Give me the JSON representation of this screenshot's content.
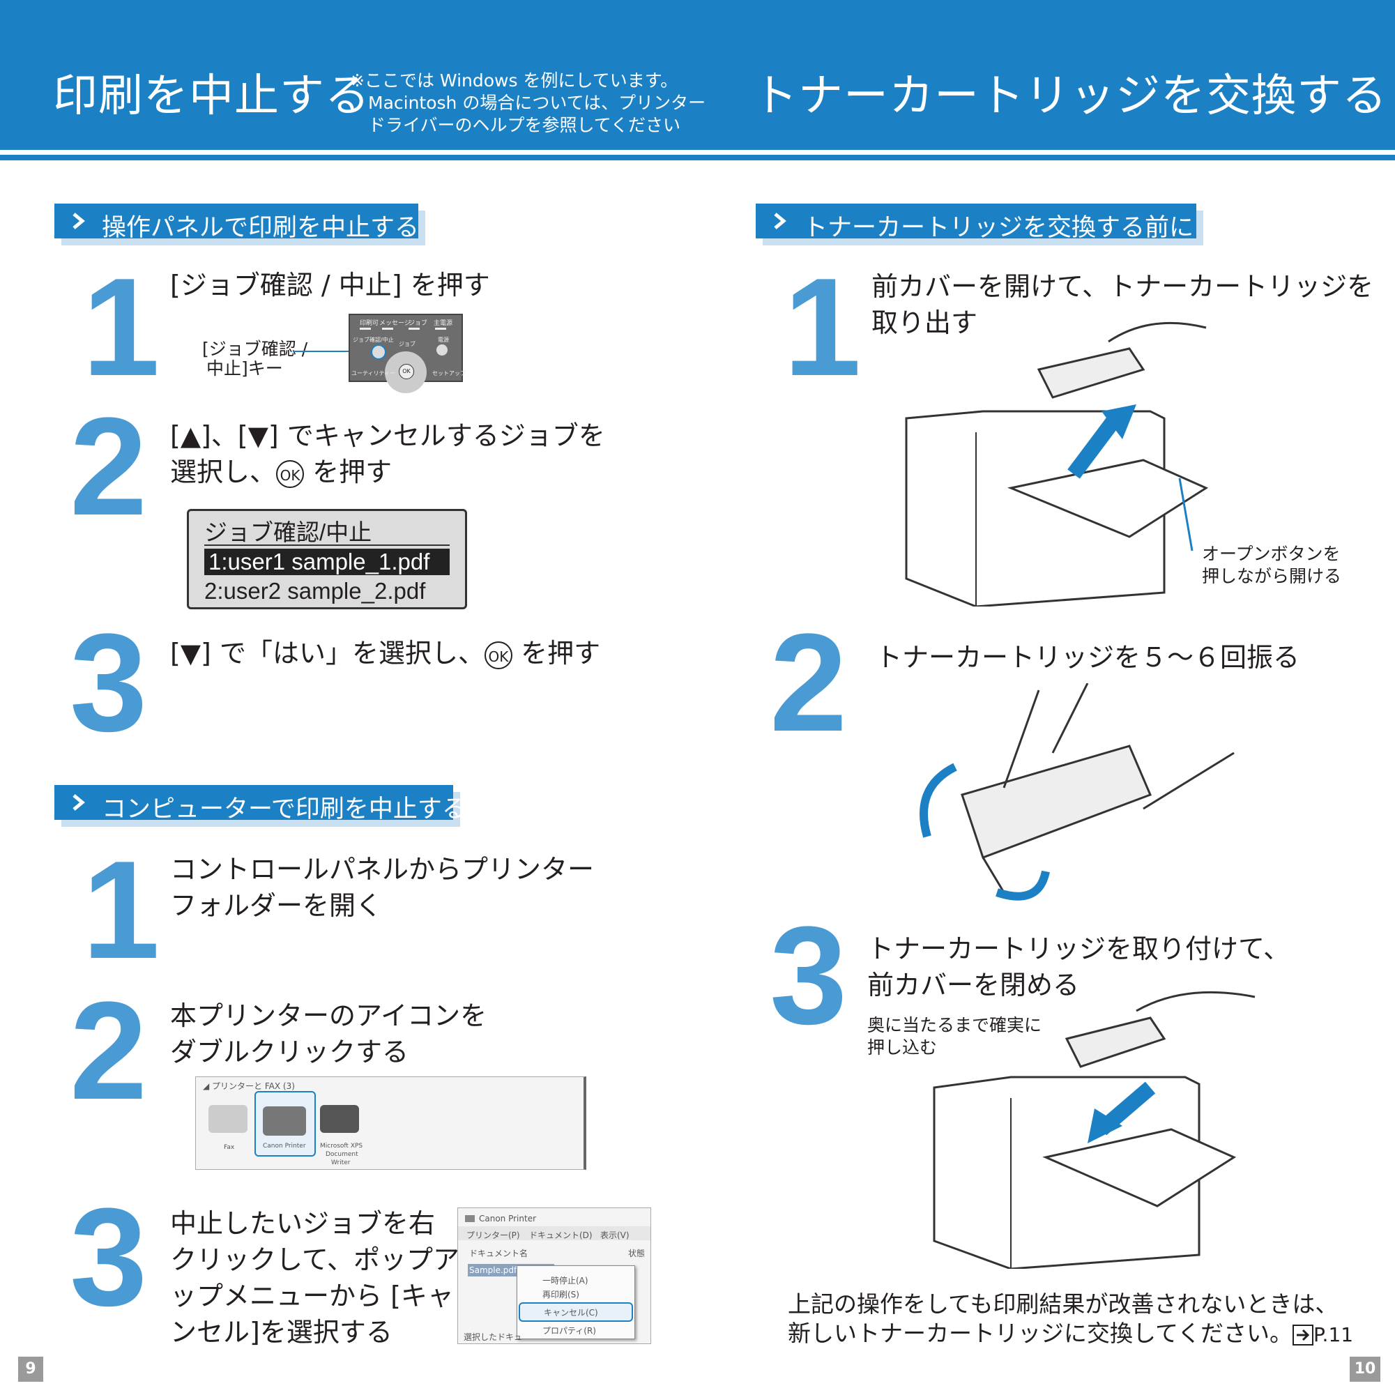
{
  "header": {
    "left_title": "印刷を中止する",
    "note_1": "※ここでは Windows を例にしています。",
    "note_2": "Macintosh の場合については、プリンター",
    "note_3": "ドライバーのヘルプを参照してください",
    "right_title": "トナーカートリッジを交換する"
  },
  "left": {
    "section1": {
      "label": "操作パネルで印刷を中止する",
      "steps": [
        {
          "num": "1",
          "text": "[ジョブ確認 / 中止] を押す",
          "callout_1": "[ジョブ確認 /",
          "callout_2": "中止]キー"
        },
        {
          "num": "2",
          "text_1": "[▲]、[▼] でキャンセルするジョブを",
          "text_2a": "選択し、",
          "text_2b": "を押す"
        },
        {
          "num": "3",
          "text_a": "[▼] で「はい」を選択し、",
          "text_b": "を押す"
        }
      ],
      "ok_label": "OK",
      "lcd": {
        "title": "ジョブ確認/中止",
        "line1": "1:user1 sample_1.pdf",
        "line2": "2:user2 sample_2.pdf"
      },
      "panel": {
        "labels": [
          "印刷可",
          "メッセージ",
          "ジョブ",
          "主電源"
        ],
        "jobkey": "ジョブ確認/中止",
        "job": "ジョブ",
        "power": "電源",
        "left_word": "ユーティリティー",
        "right_word": "セットアップ"
      }
    },
    "section2": {
      "label": "コンピューターで印刷を中止する",
      "steps": [
        {
          "num": "1",
          "text_1": "コントロールパネルからプリンター",
          "text_2": "フォルダーを開く"
        },
        {
          "num": "2",
          "text_1": "本プリンターのアイコンを",
          "text_2": "ダブルクリックする"
        },
        {
          "num": "3",
          "text_1": "中止したいジョブを右",
          "text_2": "クリックして、ポップア",
          "text_3": "ップメニューから [キャ",
          "text_4": "ンセル]を選択する"
        }
      ],
      "folder_shot": {
        "header": "◢ プリンターと FAX (3)",
        "items": [
          "Fax",
          "Canon Printer",
          "Microsoft XPS",
          "Document",
          "Writer"
        ]
      },
      "queue_shot": {
        "title": "Canon Printer",
        "menu": [
          "プリンター(P)",
          "ドキュメント(D)",
          "表示(V)"
        ],
        "col_doc": "ドキュメント名",
        "col_status": "状態",
        "row": "Sample.pdf",
        "popup": [
          "一時停止(A)",
          "再印刷(S)",
          "キャンセル(C)",
          "プロパティ(R)"
        ],
        "status": "選択したドキュ"
      }
    },
    "page_num": "9"
  },
  "right": {
    "section1": {
      "label": "トナーカートリッジを交換する前に",
      "steps": [
        {
          "num": "1",
          "text_1": "前カバーを開けて、トナーカートリッジを",
          "text_2": "取り出す",
          "callout_1": "オープンボタンを",
          "callout_2": "押しながら開ける"
        },
        {
          "num": "2",
          "text": "トナーカートリッジを５～６回振る"
        },
        {
          "num": "3",
          "text_1": "トナーカートリッジを取り付けて、",
          "text_2": "前カバーを閉める",
          "callout_1": "奥に当たるまで確実に",
          "callout_2": "押し込む"
        }
      ]
    },
    "footer_1": "上記の操作をしても印刷結果が改善されないときは、",
    "footer_2": "新しいトナーカートリッジに交換してください。",
    "ref": "P.11",
    "page_num": "10"
  },
  "colors": {
    "accent": "#1b80c4",
    "number": "#4a9ad4",
    "shadow": "#c9dff2"
  }
}
